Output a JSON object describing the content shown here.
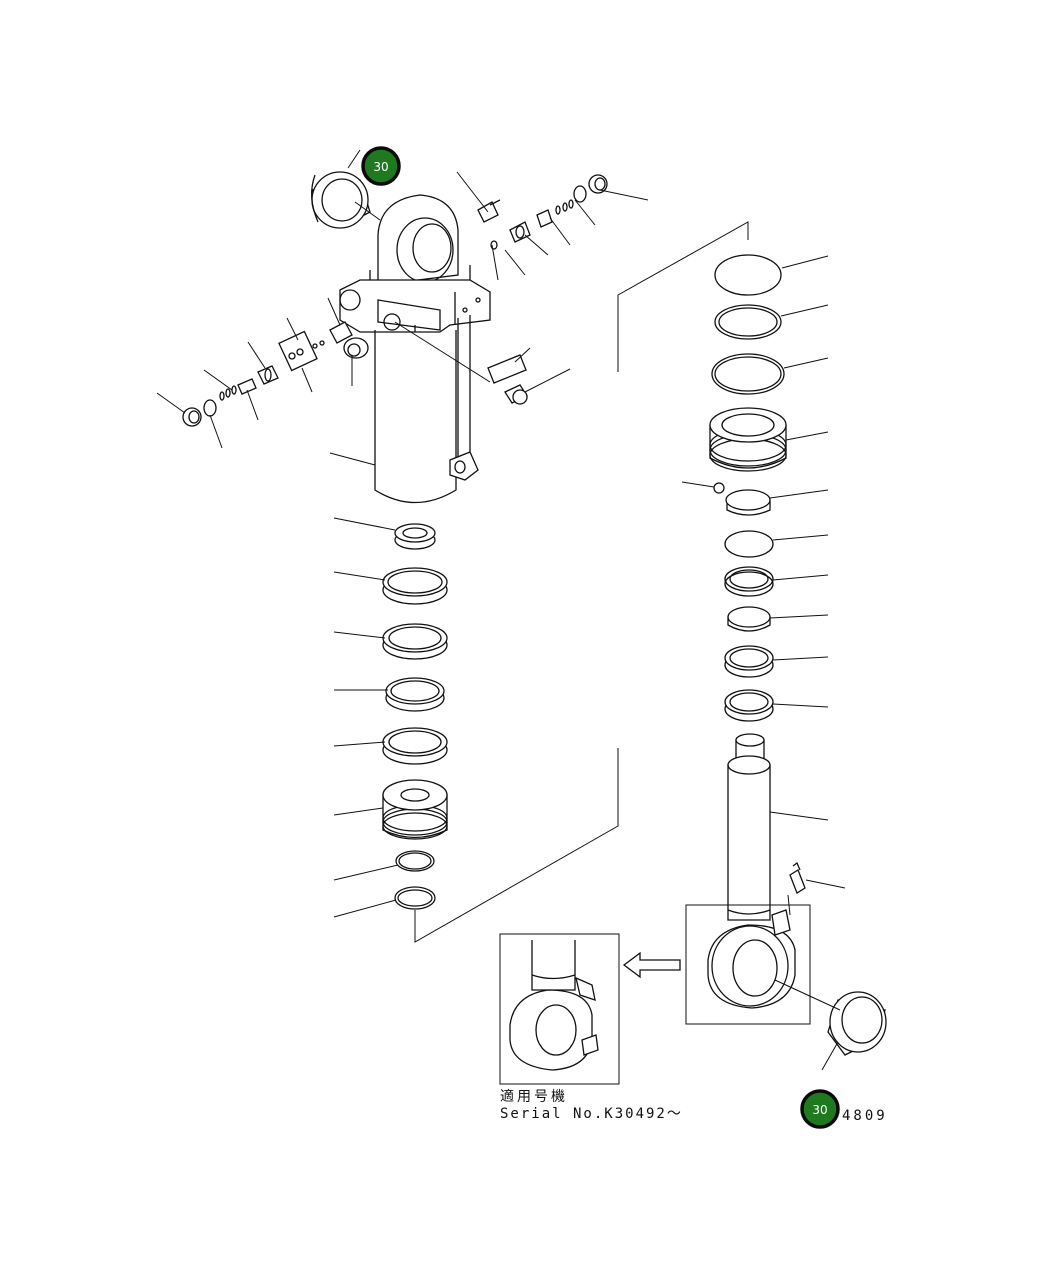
{
  "badges": {
    "top": "30",
    "bottom": "30"
  },
  "serial_note": {
    "line1": "適用号機",
    "line2": "Serial No.K30492～"
  },
  "drawing_code": "4809",
  "colors": {
    "badge_fill": "#1f7a1f",
    "badge_ring": "#0b0b0b",
    "line": "#111111"
  }
}
